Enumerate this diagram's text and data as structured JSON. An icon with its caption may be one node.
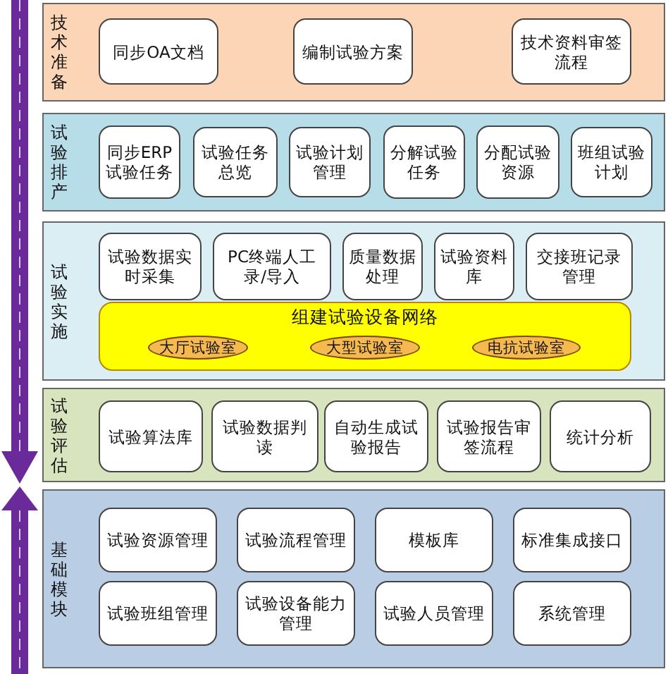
{
  "diagram": {
    "nodes": [
      {
        "text": [
          "技术准备"
        ]
      },
      {
        "text": [
          "同步OA文档"
        ],
        "in": 0
      },
      {
        "text": [
          "编制试验方案"
        ],
        "in": 0
      },
      {
        "text": [
          "技术资料审签流程"
        ],
        "in": 0
      },
      {
        "text": [
          "试验排产"
        ]
      },
      {
        "text": [
          "同步ERP试验任务"
        ],
        "in": 4
      },
      {
        "text": [
          "试验任务总览"
        ],
        "in": 4
      },
      {
        "text": [
          "试验计划管理"
        ],
        "in": 4
      },
      {
        "text": [
          "分解试验任务"
        ],
        "in": 4
      },
      {
        "text": [
          "分配试验资源"
        ],
        "in": 4
      },
      {
        "text": [
          "班组试验计划"
        ],
        "in": 4
      },
      {
        "text": [
          "试验实施"
        ]
      },
      {
        "text": [
          "试验数据实时采集"
        ],
        "in": 11
      },
      {
        "text": [
          "PC终端人工录/导入"
        ],
        "in": 11
      },
      {
        "text": [
          "质量数据处理"
        ],
        "in": 11
      },
      {
        "text": [
          "试验资料库"
        ],
        "in": 11
      },
      {
        "text": [
          "交接班记录管理"
        ],
        "in": 11
      },
      {
        "text": [
          "组建试验设备网络"
        ],
        "in": 11
      },
      {
        "text": [
          "大厅试验室"
        ],
        "in": 17
      },
      {
        "text": [
          "大型试验室"
        ],
        "in": 17
      },
      {
        "text": [
          "电抗试验室"
        ],
        "in": 17
      },
      {
        "text": [
          "试验评估"
        ]
      },
      {
        "text": [
          "试验算法库"
        ],
        "in": 21
      },
      {
        "text": [
          "试验数据判读"
        ],
        "in": 21
      },
      {
        "text": [
          "自动生成试验报告"
        ],
        "in": 21
      },
      {
        "text": [
          "试验报告审签流程"
        ],
        "in": 21
      },
      {
        "text": [
          "统计分析"
        ],
        "in": 21
      },
      {
        "text": [
          "基础模块"
        ]
      },
      {
        "text": [
          "试验资源管理"
        ],
        "in": 27
      },
      {
        "text": [
          "试验流程管理"
        ],
        "in": 27
      },
      {
        "text": [
          "模板库"
        ],
        "in": 27
      },
      {
        "text": [
          "标准集成接口"
        ],
        "in": 27
      },
      {
        "text": [
          "试验班组管理"
        ],
        "in": 27
      },
      {
        "text": [
          "试验设备能力管理"
        ],
        "in": 27
      },
      {
        "text": [
          "试验人员管理"
        ],
        "in": 27
      },
      {
        "text": [
          "系统管理"
        ],
        "in": 27
      }
    ]
  }
}
